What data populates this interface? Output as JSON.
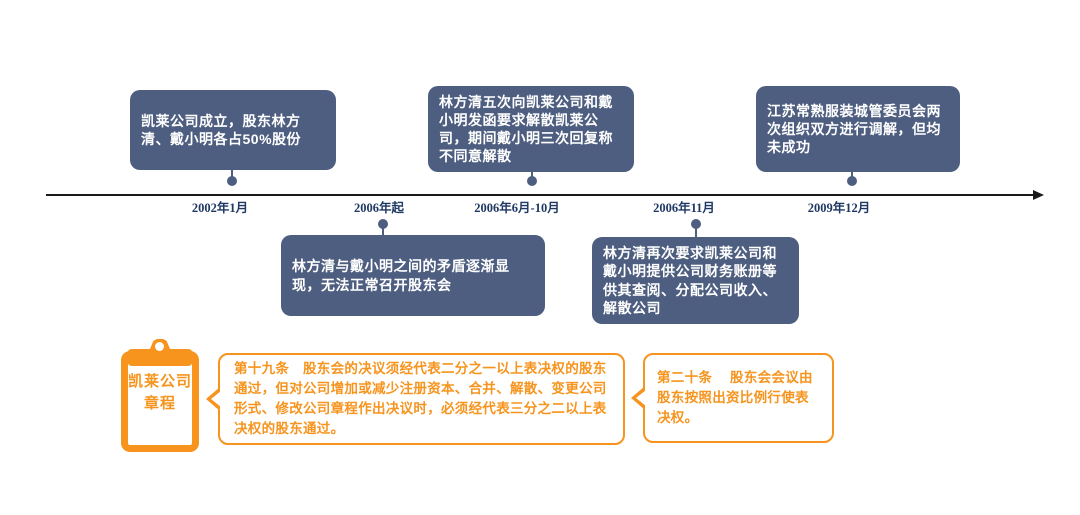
{
  "colors": {
    "node_blue": "#4E5E80",
    "date_navy": "#1F3864",
    "accent_orange": "#F6941E",
    "axis_black": "#1a1a1a"
  },
  "timeline": {
    "dates": [
      "2002年1月",
      "2006年起",
      "2006年6月-10月",
      "2006年11月",
      "2009年12月"
    ],
    "events_above": [
      "凯莱公司成立，股东林方清、戴小明各占50%股份",
      "林方清五次向凯莱公司和戴小明发函要求解散凯莱公司，期间戴小明三次回复称不同意解散",
      "江苏常熟服装城管委员会两次组织双方进行调解，但均未成功"
    ],
    "events_below": [
      "林方清与戴小明之间的矛盾逐渐显现，无法正常召开股东会",
      "林方清再次要求凯莱公司和戴小明提供公司财务账册等供其查阅、分配公司收入、解散公司"
    ]
  },
  "charter": {
    "label_line1": "凯莱公司",
    "label_line2": "章程",
    "articles": [
      "第十九条　股东会的决议须经代表二分之一以上表决权的股东通过，但对公司增加或减少注册资本、合并、解散、变更公司形式、修改公司章程作出决议时，必须经代表三分之二以上表决权的股东通过。",
      "第二十条　 股东会会议由股东按照出资比例行使表决权。"
    ]
  }
}
